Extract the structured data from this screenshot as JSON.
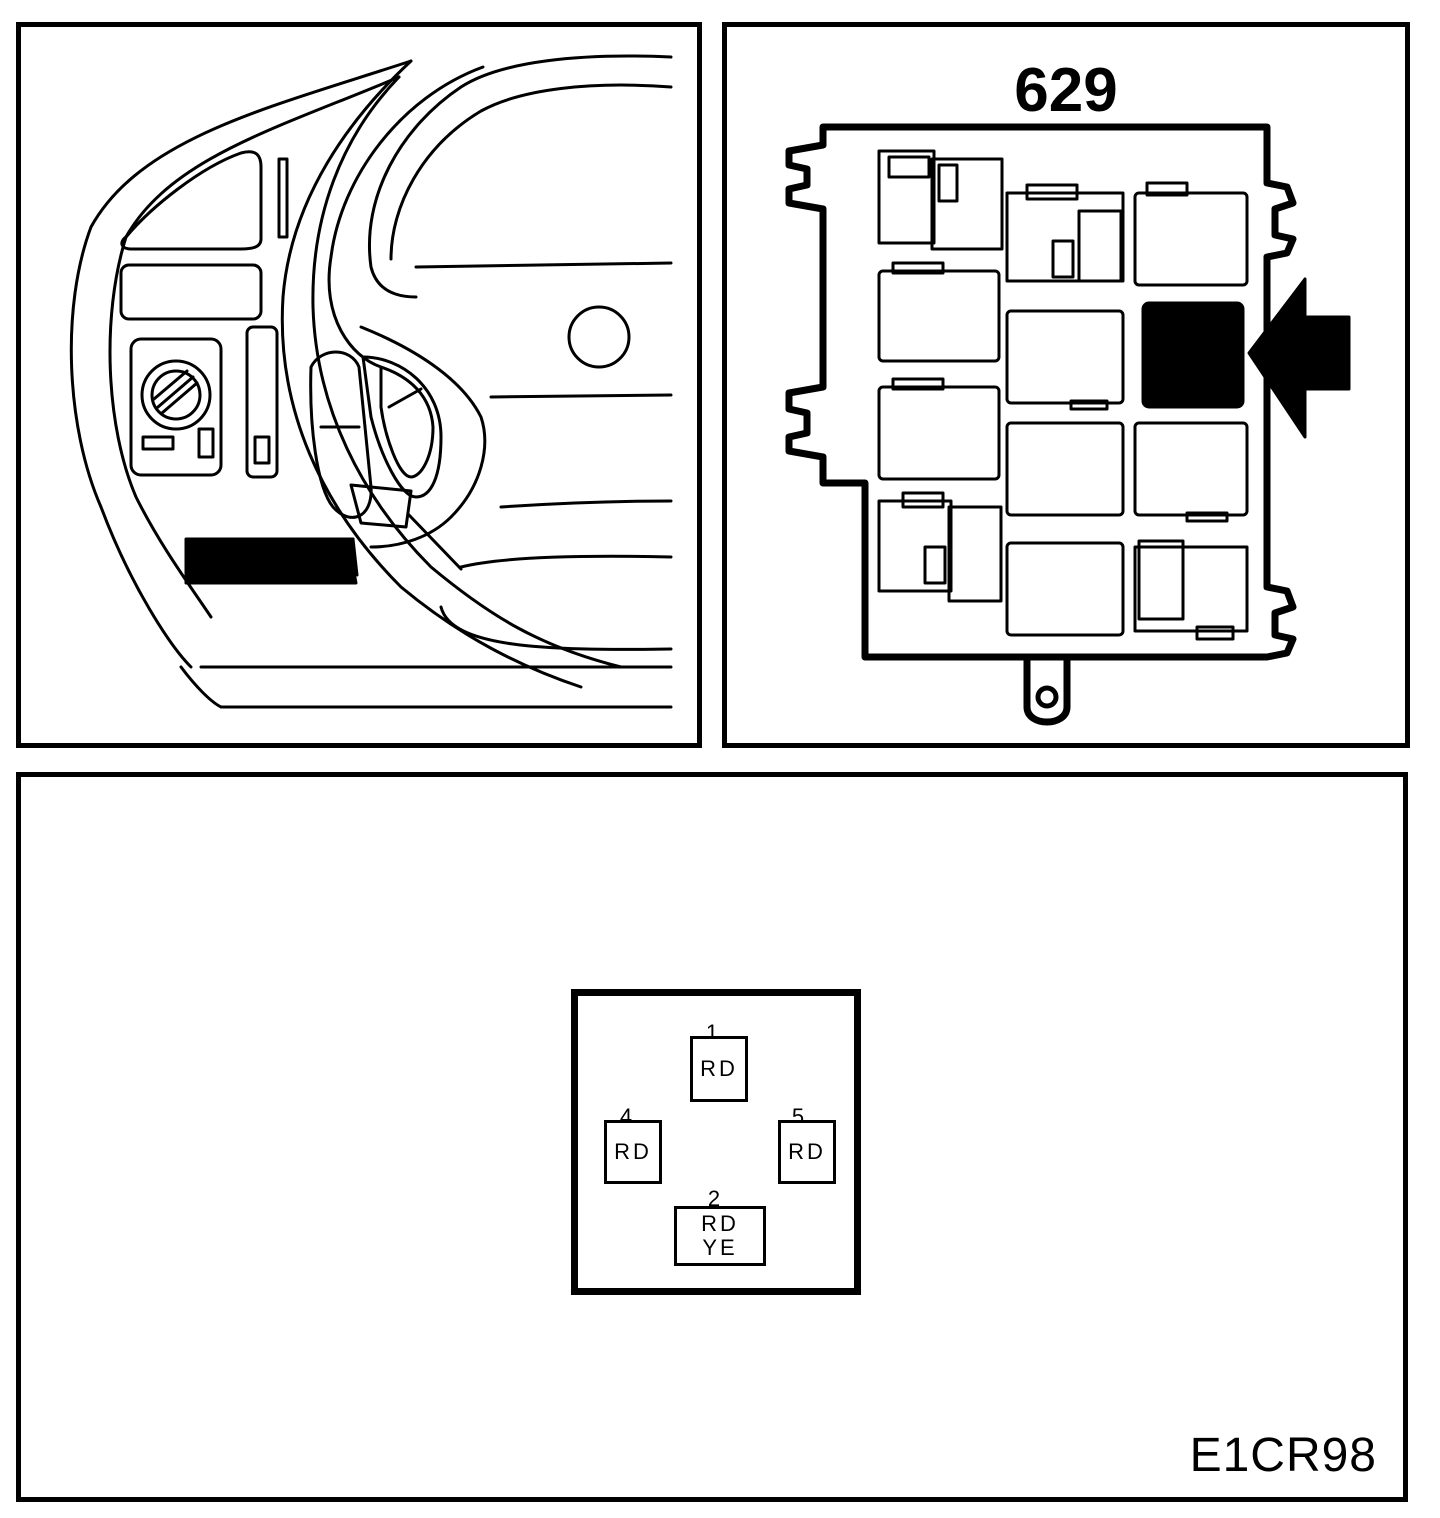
{
  "relay": {
    "number": "629"
  },
  "connector": {
    "pins": [
      {
        "id": "1",
        "colors": [
          "RD"
        ]
      },
      {
        "id": "4",
        "colors": [
          "RD"
        ]
      },
      {
        "id": "5",
        "colors": [
          "RD"
        ]
      },
      {
        "id": "2",
        "colors": [
          "RD",
          "YE"
        ]
      }
    ]
  },
  "figure_code": "E1CR98"
}
